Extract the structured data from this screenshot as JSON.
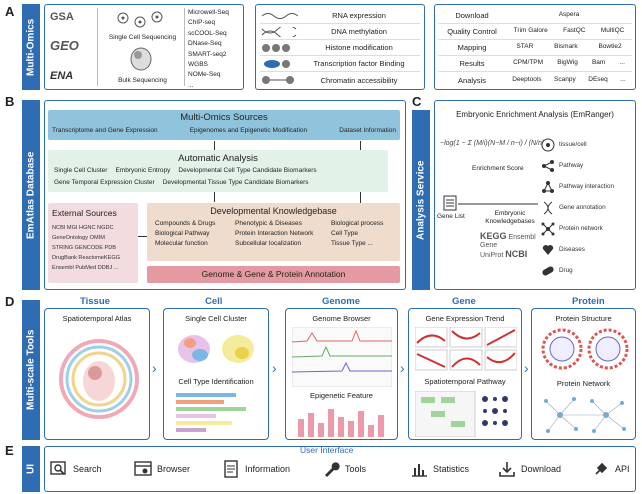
{
  "sections": {
    "a": "A",
    "b": "B",
    "c": "C",
    "d": "D",
    "e": "E"
  },
  "bands": {
    "a": "Multi-Omics",
    "b": "EmAtlas Database",
    "c": "Analysis Service",
    "d": "Multi-scale Tools",
    "e": "UI"
  },
  "panelA": {
    "logos": [
      "GSA",
      "GEO",
      "ENA"
    ],
    "sequencing": [
      "Single Cell Sequencing",
      "Bulk Sequencing"
    ],
    "seq_methods": [
      "Microwell-Seq",
      "ChIP-seq",
      "scCOOL-Seq",
      "DNase-Seq",
      "SMART-seq2",
      "WGBS",
      "NOMe-Seq",
      "..."
    ],
    "omics": [
      "RNA expression",
      "DNA methylation",
      "Histone modification",
      "Transcription factor Binding",
      "Chromatin accessibility"
    ],
    "pipeline": [
      {
        "step": "Download",
        "tools": [
          "Aspera"
        ]
      },
      {
        "step": "Quality Control",
        "tools": [
          "Trim Galore",
          "FastQC",
          "MultiQC"
        ]
      },
      {
        "step": "Mapping",
        "tools": [
          "STAR",
          "Bismark",
          "Bowtie2"
        ]
      },
      {
        "step": "Results",
        "tools": [
          "CPM/TPM",
          "BigWig",
          "Bam",
          "..."
        ]
      },
      {
        "step": "Analysis",
        "tools": [
          "Deeptools",
          "Scanpy",
          "DEseq",
          "..."
        ]
      }
    ]
  },
  "panelB": {
    "mos_title": "Multi-Omics Sources",
    "mos_items": [
      "Transcriptome and Gene Expression",
      "Epigenomes and Epigenetic Modification",
      "Dataset Information"
    ],
    "aa_title": "Automatic Analysis",
    "aa_items": [
      "Single Cell Cluster",
      "Embryonic Entropy",
      "Developmental Cell Type Candidate Biomarkers",
      "Gene Temporal Expression Cluster",
      "Developmental Tissue Type Candidate Biomarkers"
    ],
    "ext_title": "External Sources",
    "ext_lines": [
      "NCBI MGI  HGNC NGDC",
      "GeneOntology OMIM",
      "STRING GENCODE PDB",
      "DrugBank ReactomeKEGG",
      "Ensembl PubMed DDBJ   ..."
    ],
    "dk_title": "Developmental Knowledgebase",
    "dk_items": [
      "Compounds & Drugs",
      "Phenotypic & Diseases",
      "Biological process",
      "Biological Pathway",
      "Protein Interaction Network",
      "Cell Type",
      "Molecular function",
      "Subcellular localization",
      "Tissue Type",
      "..."
    ],
    "gg_title": "Genome & Gene & Protein Annotation"
  },
  "panelC": {
    "title": "Embryonic Enrichment  Analysis (EmRanger)",
    "gene_list": "Gene List",
    "score": "Enrichment Score",
    "kb": "Embryonic Knowledgebases",
    "kb_words": [
      "KEGG",
      "Ensembl",
      "Gene",
      "UniProt",
      "NCBI"
    ],
    "items": [
      "tissue/cell",
      "Pathway",
      "Pathway interaction",
      "Gene annotation",
      "Protein network",
      "Diseases",
      "Drug"
    ]
  },
  "panelD": {
    "headers": [
      "Tissue",
      "Cell",
      "Genome",
      "Gene",
      "Protein"
    ],
    "tissue": "Spatiotemporal Atlas",
    "cell": [
      "Single Cell Cluster",
      "Cell Type Identification"
    ],
    "genome": [
      "Genome Browser",
      "Epigenetic Feature"
    ],
    "gene": [
      "Gene Expression Trend",
      "Spatiotemporal Pathway"
    ],
    "protein": [
      "Protein Structure",
      "Protein Network"
    ]
  },
  "panelE": {
    "title": "User Interface",
    "items": [
      "Search",
      "Browser",
      "Information",
      "Tools",
      "Statistics",
      "Download",
      "API"
    ]
  },
  "colors": {
    "blue": "#2f6db3",
    "aa_green": "#e3f2e8",
    "mos_blue": "#8fc4dc",
    "ext_pink": "#f2dcdf",
    "dk_tan": "#efdccd",
    "gg_red": "#e49aa0"
  }
}
